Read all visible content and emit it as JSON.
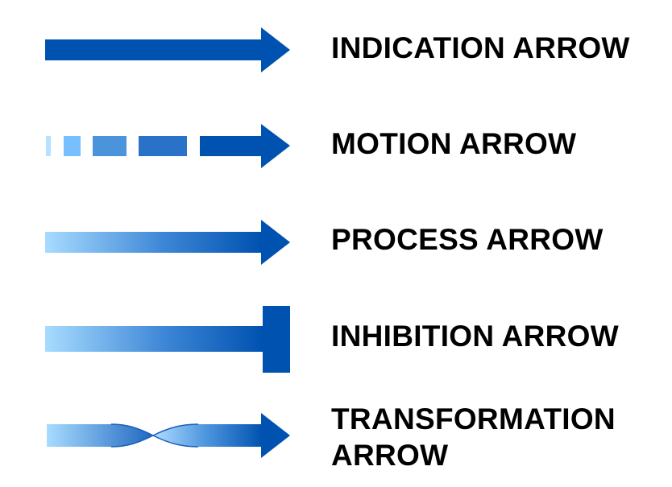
{
  "legend": {
    "items": [
      {
        "label": "INDICATION ARROW"
      },
      {
        "label": "MOTION ARROW"
      },
      {
        "label": "PROCESS ARROW"
      },
      {
        "label": "INHIBITION ARROW"
      },
      {
        "label": "TRANSFORMATION ARROW",
        "line1": "TRANSFORMATION",
        "line2": "ARROW"
      }
    ]
  },
  "colors": {
    "arrow_dark": "#0052b0",
    "arrow_light": "#a8dcff",
    "label_text": "#000000"
  },
  "icons": [
    "indication-arrow-icon",
    "motion-arrow-icon",
    "process-arrow-icon",
    "inhibition-arrow-icon",
    "transformation-arrow-icon"
  ]
}
